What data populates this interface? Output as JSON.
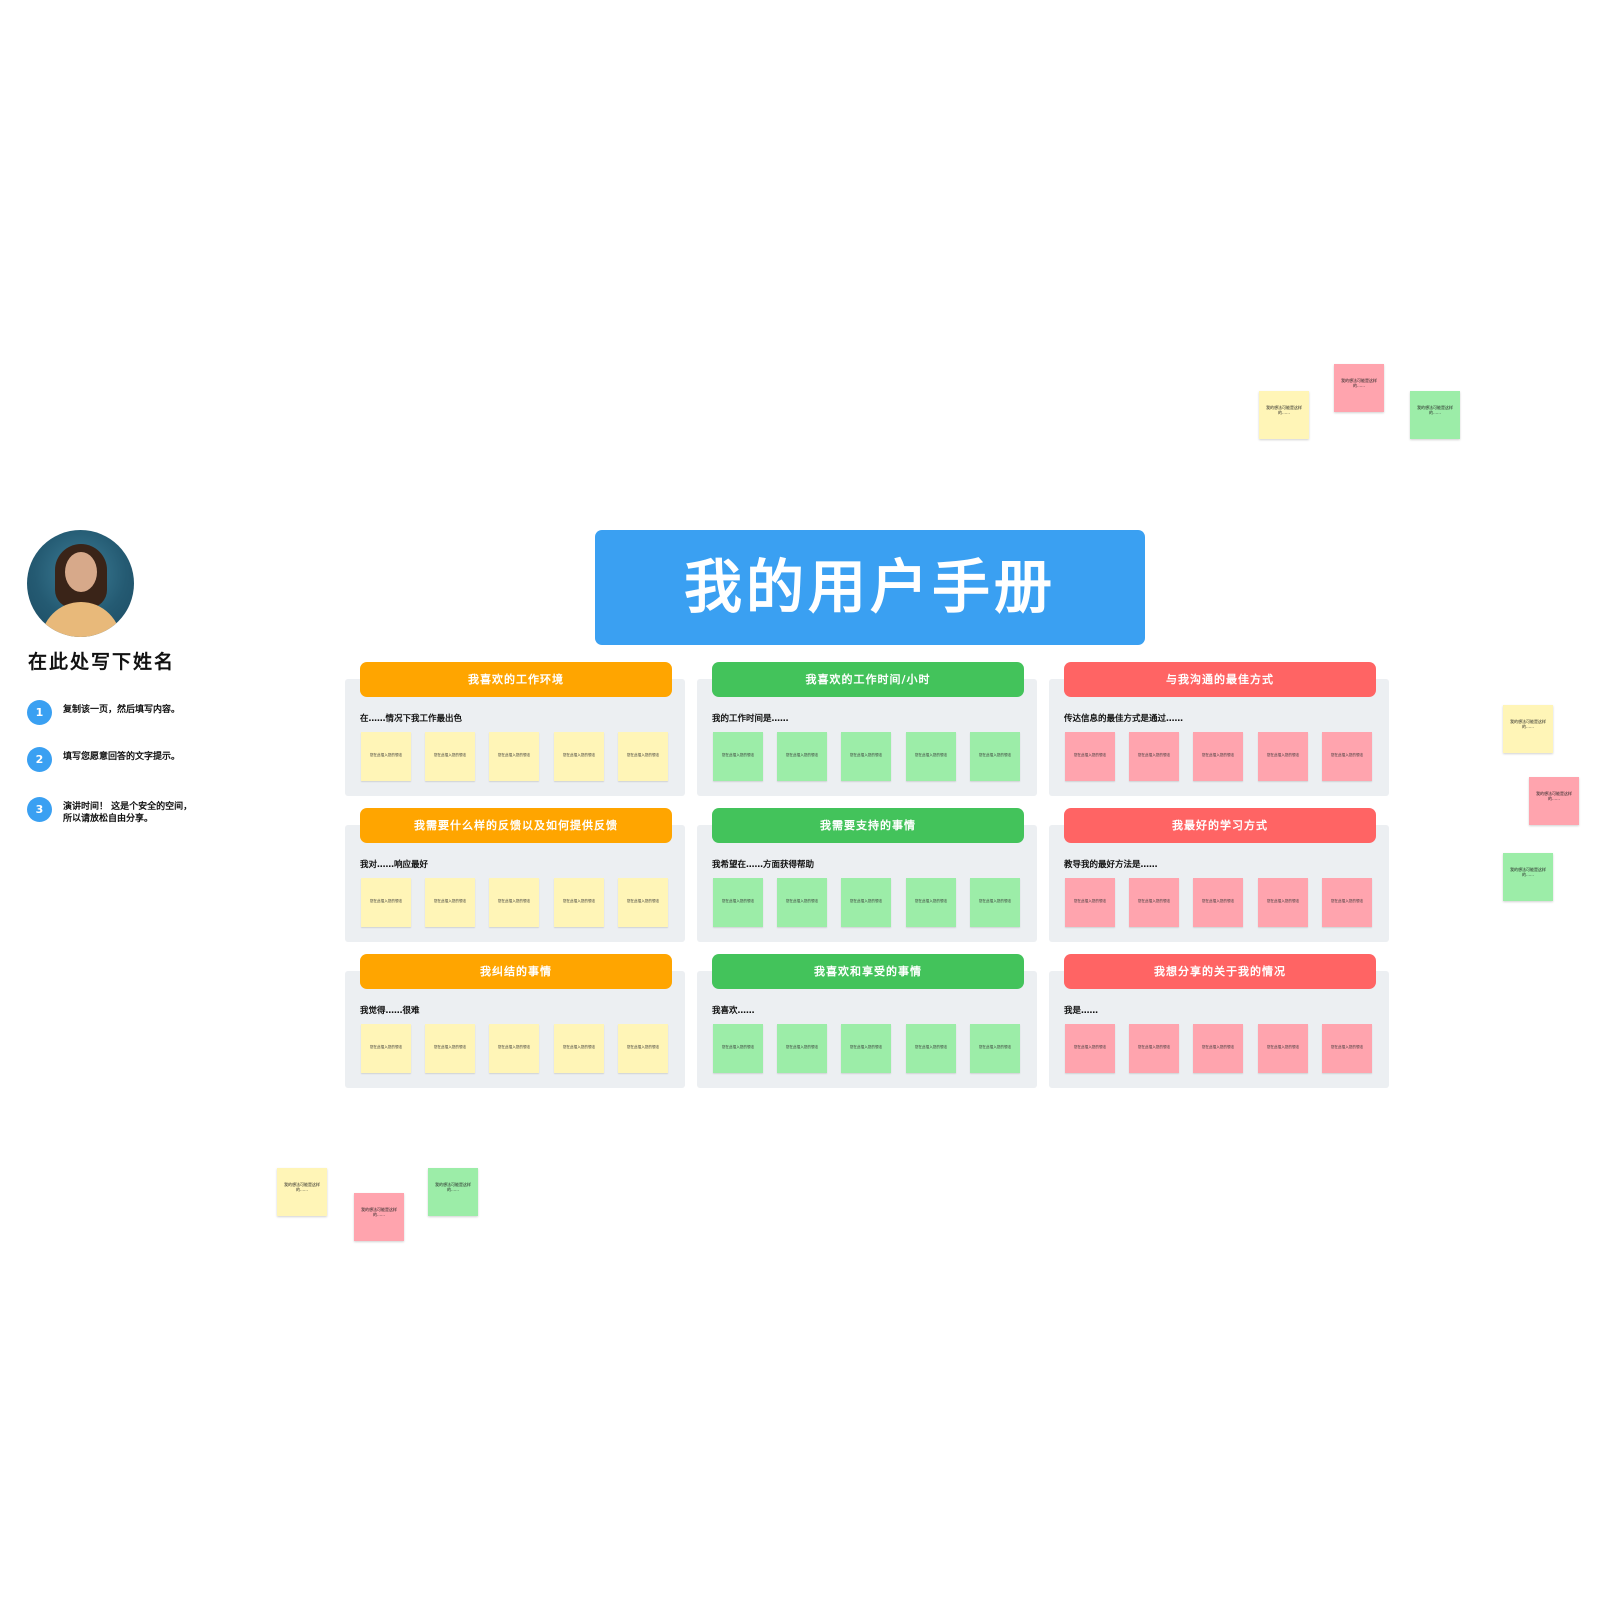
{
  "title": "我的用户手册",
  "profile": {
    "name": "在此处写下姓名",
    "steps": [
      {
        "num": "1",
        "text": "复制该一页，然后填写内容。"
      },
      {
        "num": "2",
        "text": "填写您愿意回答的文字提示。"
      },
      {
        "num": "3",
        "text": "演讲时间！ 这是个安全的空间，所以请放松自由分享。"
      }
    ]
  },
  "note_placeholder": "您在此插入您的想法",
  "free_note_text": "我的想法可能是这样的……",
  "colors": {
    "title": "#3aa0f2",
    "orange": "#ffa500",
    "green": "#43c35b",
    "red": "#ff6464",
    "yellow_note": "#fff5b7",
    "green_note": "#9ceda8",
    "red_note": "#ffa4ae"
  },
  "sections": [
    {
      "header": "我喜欢的工作环境",
      "prompt": "在……情况下我工作最出色"
    },
    {
      "header": "我喜欢的工作时间/小时",
      "prompt": "我的工作时间是……"
    },
    {
      "header": "与我沟通的最佳方式",
      "prompt": "传达信息的最佳方式是通过……"
    },
    {
      "header": "我需要什么样的反馈以及如何提供反馈",
      "prompt": "我对……响应最好"
    },
    {
      "header": "我需要支持的事情",
      "prompt": "我希望在……方面获得帮助"
    },
    {
      "header": "我最好的学习方式",
      "prompt": "教导我的最好方法是……"
    },
    {
      "header": "我纠结的事情",
      "prompt": "我觉得……很难"
    },
    {
      "header": "我喜欢和享受的事情",
      "prompt": "我喜欢……"
    },
    {
      "header": "我想分享的关于我的情况",
      "prompt": "我是……"
    }
  ]
}
